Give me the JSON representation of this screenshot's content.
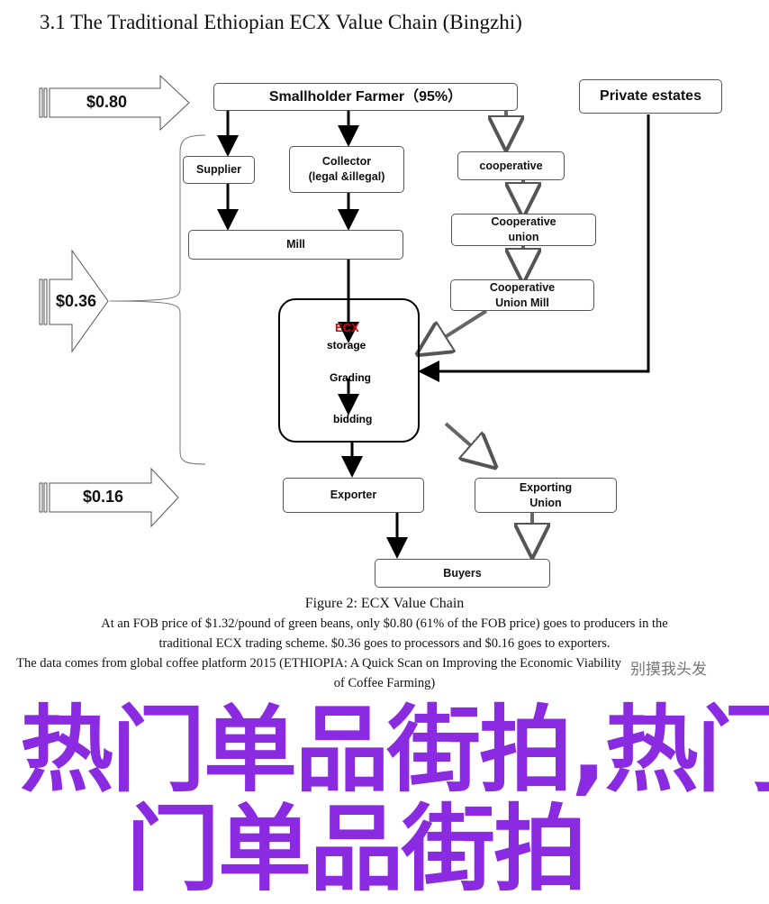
{
  "title": "3.1 The Traditional Ethiopian ECX Value Chain (Bingzhi)",
  "prices": {
    "p1": "$0.80",
    "p2": "$0.36",
    "p3": "$0.16"
  },
  "nodes": {
    "farmer": "Smallholder Farmer（95%）",
    "private": "Private estates",
    "supplier": "Supplier",
    "collector": "Collector (legal &illegal)",
    "cooperative": "cooperative",
    "coop_union": "Cooperative union",
    "mill": "Mill",
    "union_mill": "Cooperative Union Mill",
    "ecx": "ECX",
    "storage": "storage",
    "grading": "Grading",
    "bidding": "bidding",
    "exporter": "Exporter",
    "exp_union": "Exporting Union",
    "buyers": "Buyers"
  },
  "caption": {
    "fig": "Figure 2: ECX Value Chain",
    "l1": "At an FOB price of $1.32/pound of green beans, only $0.80 (61% of the FOB price) goes to producers in the",
    "l2": "traditional ECX trading scheme. $0.36 goes to processors and $0.16 goes to exporters.",
    "l3": "The data comes from global coffee platform 2015 (ETHIOPIA: A Quick Scan on Improving the Economic Viability",
    "l4": "of Coffee Farming)"
  },
  "overlay": {
    "line1": "热门单品街拍,热门",
    "line2": "门单品街拍"
  },
  "watermark": "别摸我头发",
  "colors": {
    "overlay": "#8a2be2",
    "ecx": "#e00000"
  }
}
